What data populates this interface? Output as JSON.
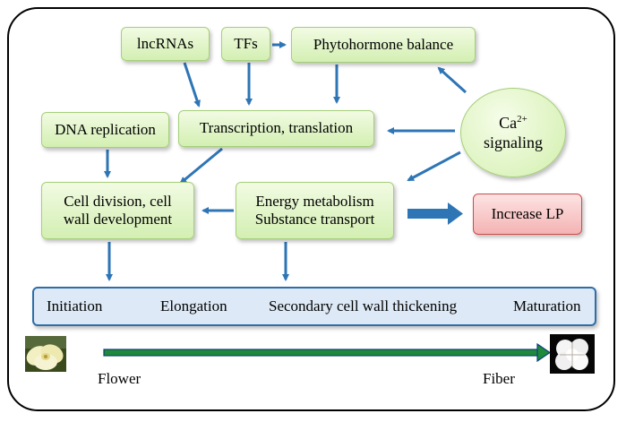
{
  "nodes": {
    "lncrnas": "lncRNAs",
    "tfs": "TFs",
    "phytohormone": "Phytohormone balance",
    "dna_replication": "DNA replication",
    "transcription": "Transcription, translation",
    "cell_division": [
      "Cell division, cell",
      "wall development"
    ],
    "energy": [
      "Energy metabolism",
      "Substance transport"
    ],
    "increase_lp": "Increase LP",
    "calcium": {
      "base": "Ca",
      "superscript": "2+",
      "line2": "signaling"
    }
  },
  "stages": [
    "Initiation",
    "Elongation",
    "Secondary cell wall thickening",
    "Maturation"
  ],
  "timeline": {
    "start_label": "Flower",
    "end_label": "Fiber"
  },
  "colors": {
    "arrow_blue": "#2e75b6",
    "box_border_green": "#a5cf79",
    "box_fill_green": "#d3efb2",
    "box_fill_red": "#f4b3b3",
    "stage_border": "#2f6ea8",
    "timeline_green": "#1e8a3a"
  },
  "icons": {
    "flower_photo": "cotton-flower-image",
    "fiber_photo": "cotton-boll-image"
  }
}
